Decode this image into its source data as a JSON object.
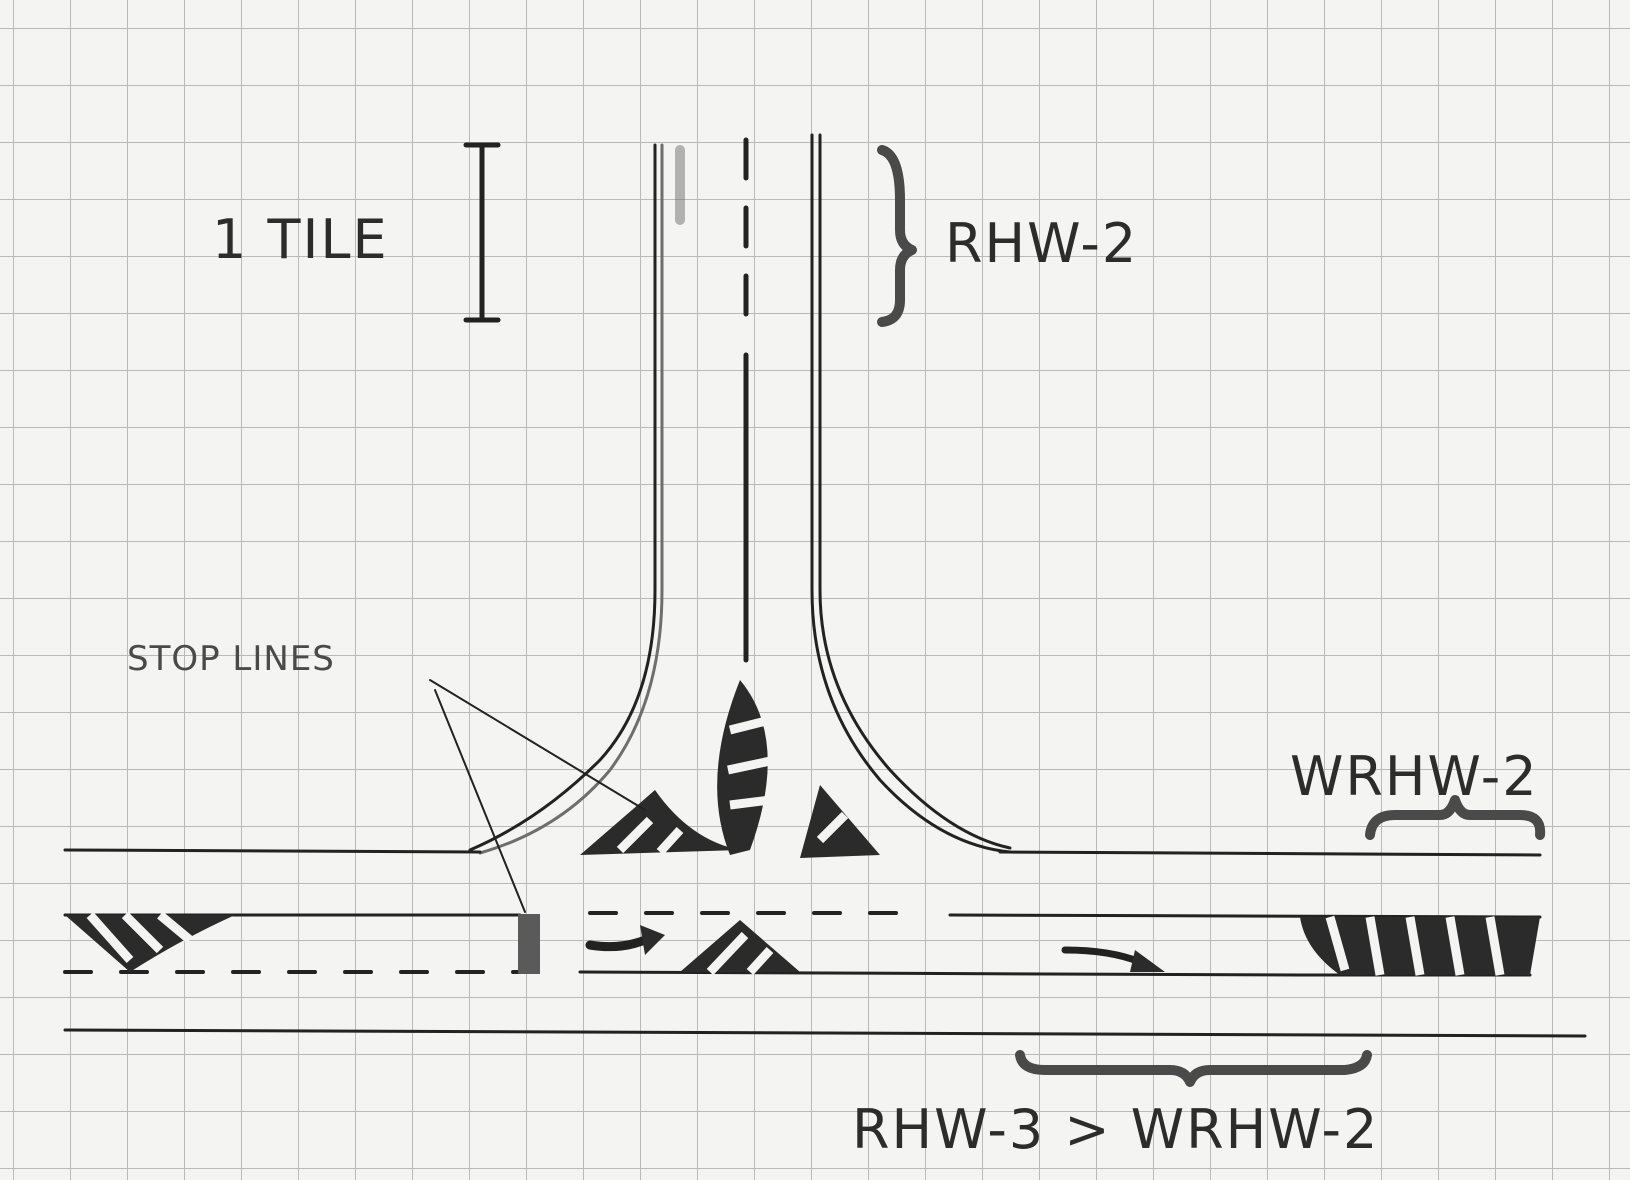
{
  "labels": {
    "tile": "1 TILE",
    "rhw2": "RHW-2",
    "wrhw2": "WRHW-2",
    "rhw3": "RHW-3 > WRHW-2",
    "stop_lines": "STOP LINES"
  }
}
